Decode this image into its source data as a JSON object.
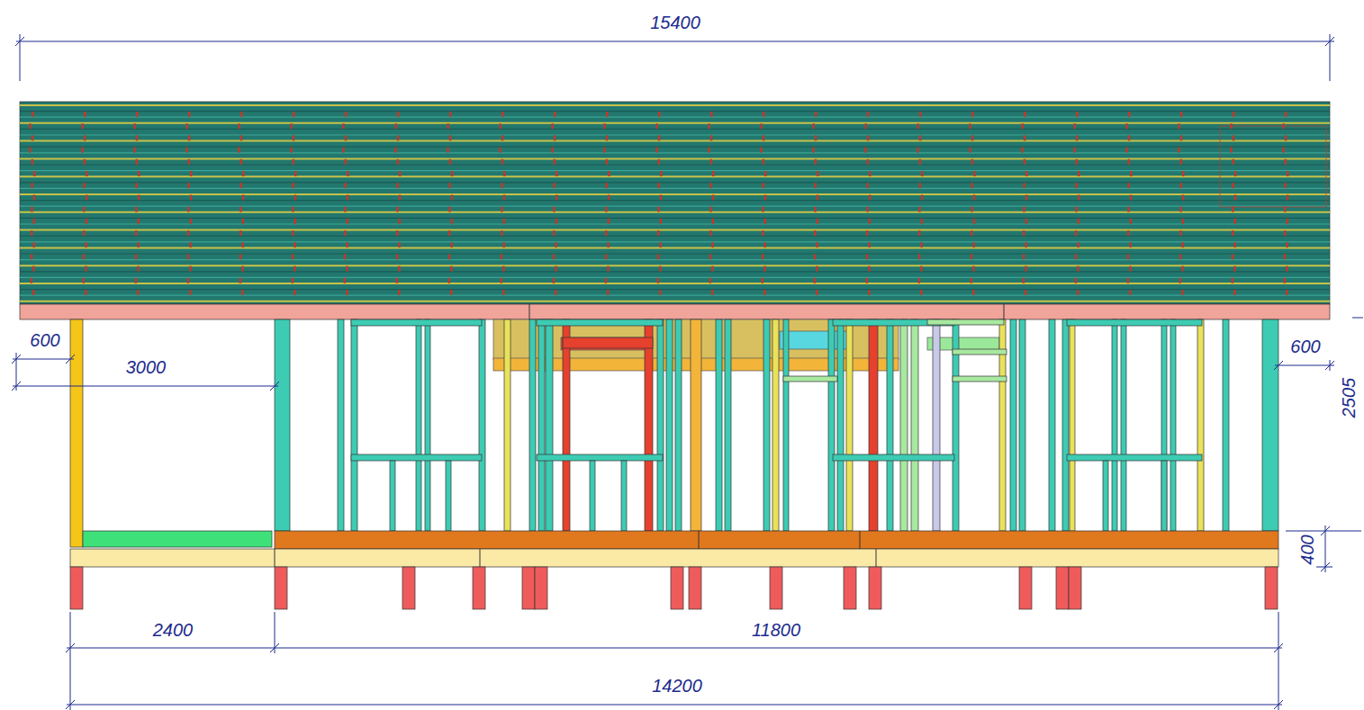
{
  "diagram": {
    "labels": [
      "15400",
      "600",
      "3000",
      "600",
      "2505",
      "400",
      "2400",
      "11800",
      "14200"
    ]
  }
}
